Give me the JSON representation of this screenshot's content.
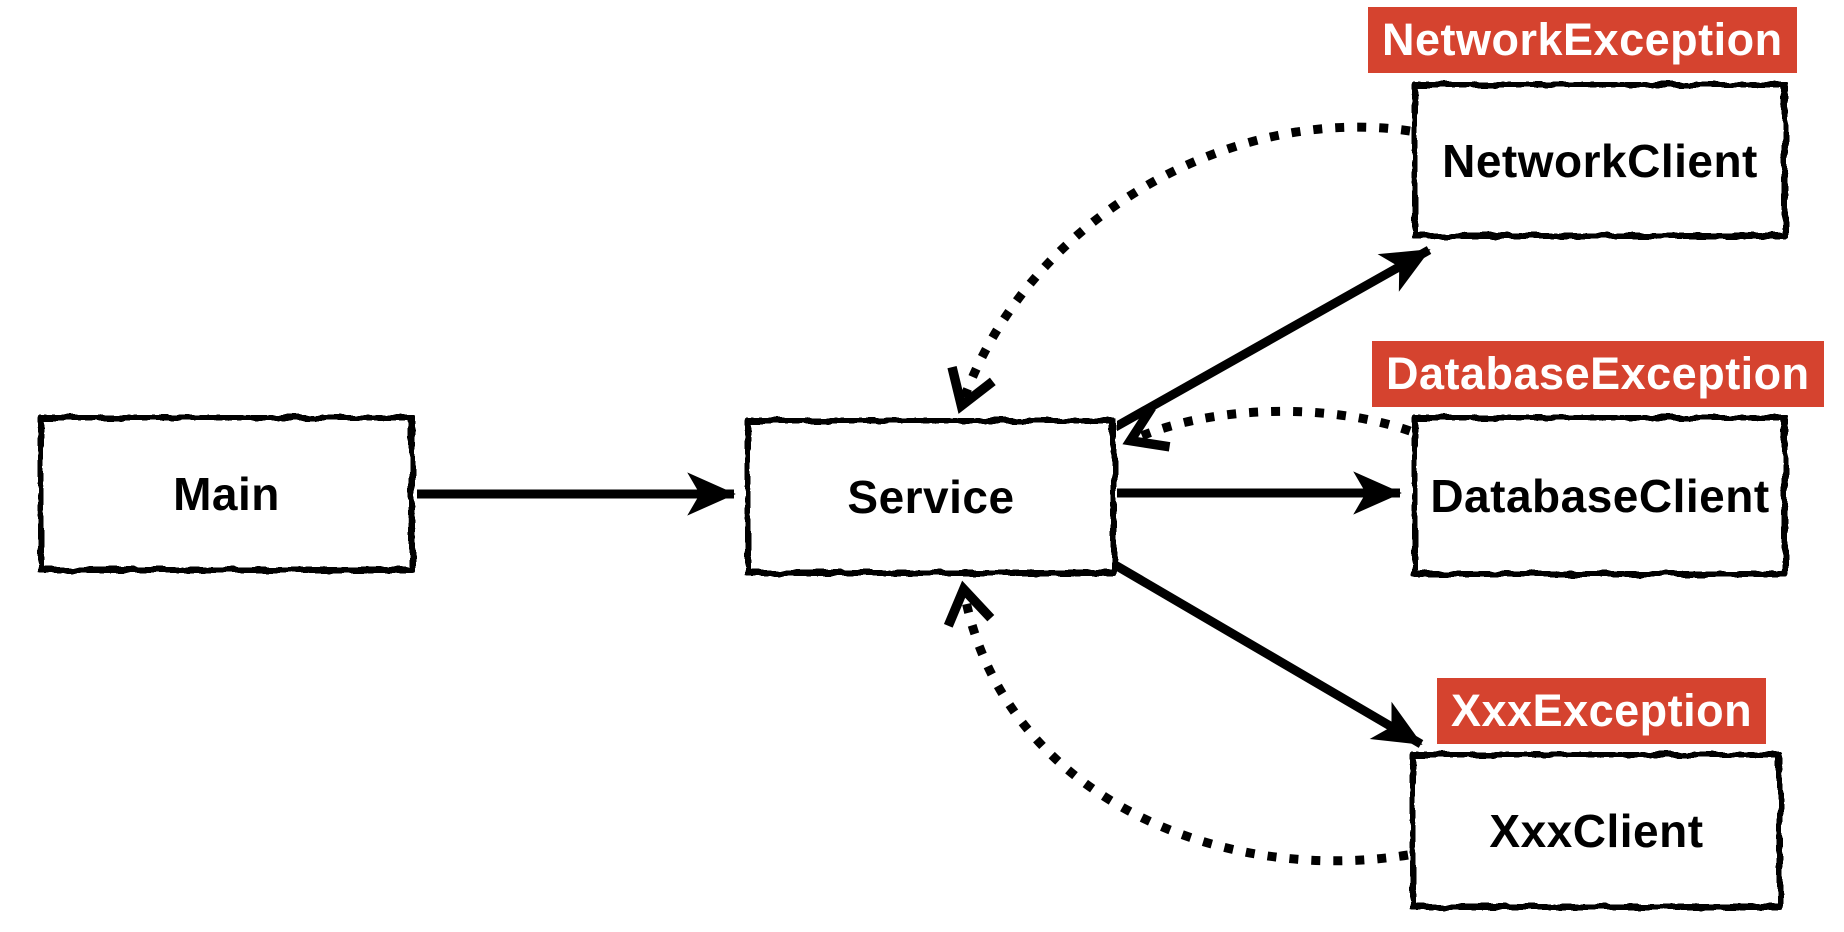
{
  "diagram": {
    "title": "Service exception flow diagram",
    "nodes": {
      "main": {
        "label": "Main"
      },
      "service": {
        "label": "Service"
      },
      "network_client": {
        "label": "NetworkClient"
      },
      "database_client": {
        "label": "DatabaseClient"
      },
      "xxx_client": {
        "label": "XxxClient"
      }
    },
    "exceptions": {
      "network": {
        "label": "NetworkException"
      },
      "database": {
        "label": "DatabaseException"
      },
      "xxx": {
        "label": "XxxException"
      }
    },
    "edges": [
      {
        "id": "main-to-service",
        "from": "Main",
        "to": "Service",
        "style": "solid",
        "meaning": "call"
      },
      {
        "id": "service-to-network-client",
        "from": "Service",
        "to": "NetworkClient",
        "style": "solid",
        "meaning": "call"
      },
      {
        "id": "service-to-database-client",
        "from": "Service",
        "to": "DatabaseClient",
        "style": "solid",
        "meaning": "call"
      },
      {
        "id": "service-to-xxx-client",
        "from": "Service",
        "to": "XxxClient",
        "style": "solid",
        "meaning": "call"
      },
      {
        "id": "network-client-to-service",
        "from": "NetworkClient",
        "to": "Service",
        "style": "dotted",
        "meaning": "throws NetworkException"
      },
      {
        "id": "database-client-to-service",
        "from": "DatabaseClient",
        "to": "Service",
        "style": "dotted",
        "meaning": "throws DatabaseException"
      },
      {
        "id": "xxx-client-to-service",
        "from": "XxxClient",
        "to": "Service",
        "style": "dotted",
        "meaning": "throws XxxException"
      }
    ],
    "colors": {
      "exception_bg": "#d5432f",
      "exception_text": "#ffffff",
      "line": "#000000",
      "background": "#ffffff"
    }
  }
}
